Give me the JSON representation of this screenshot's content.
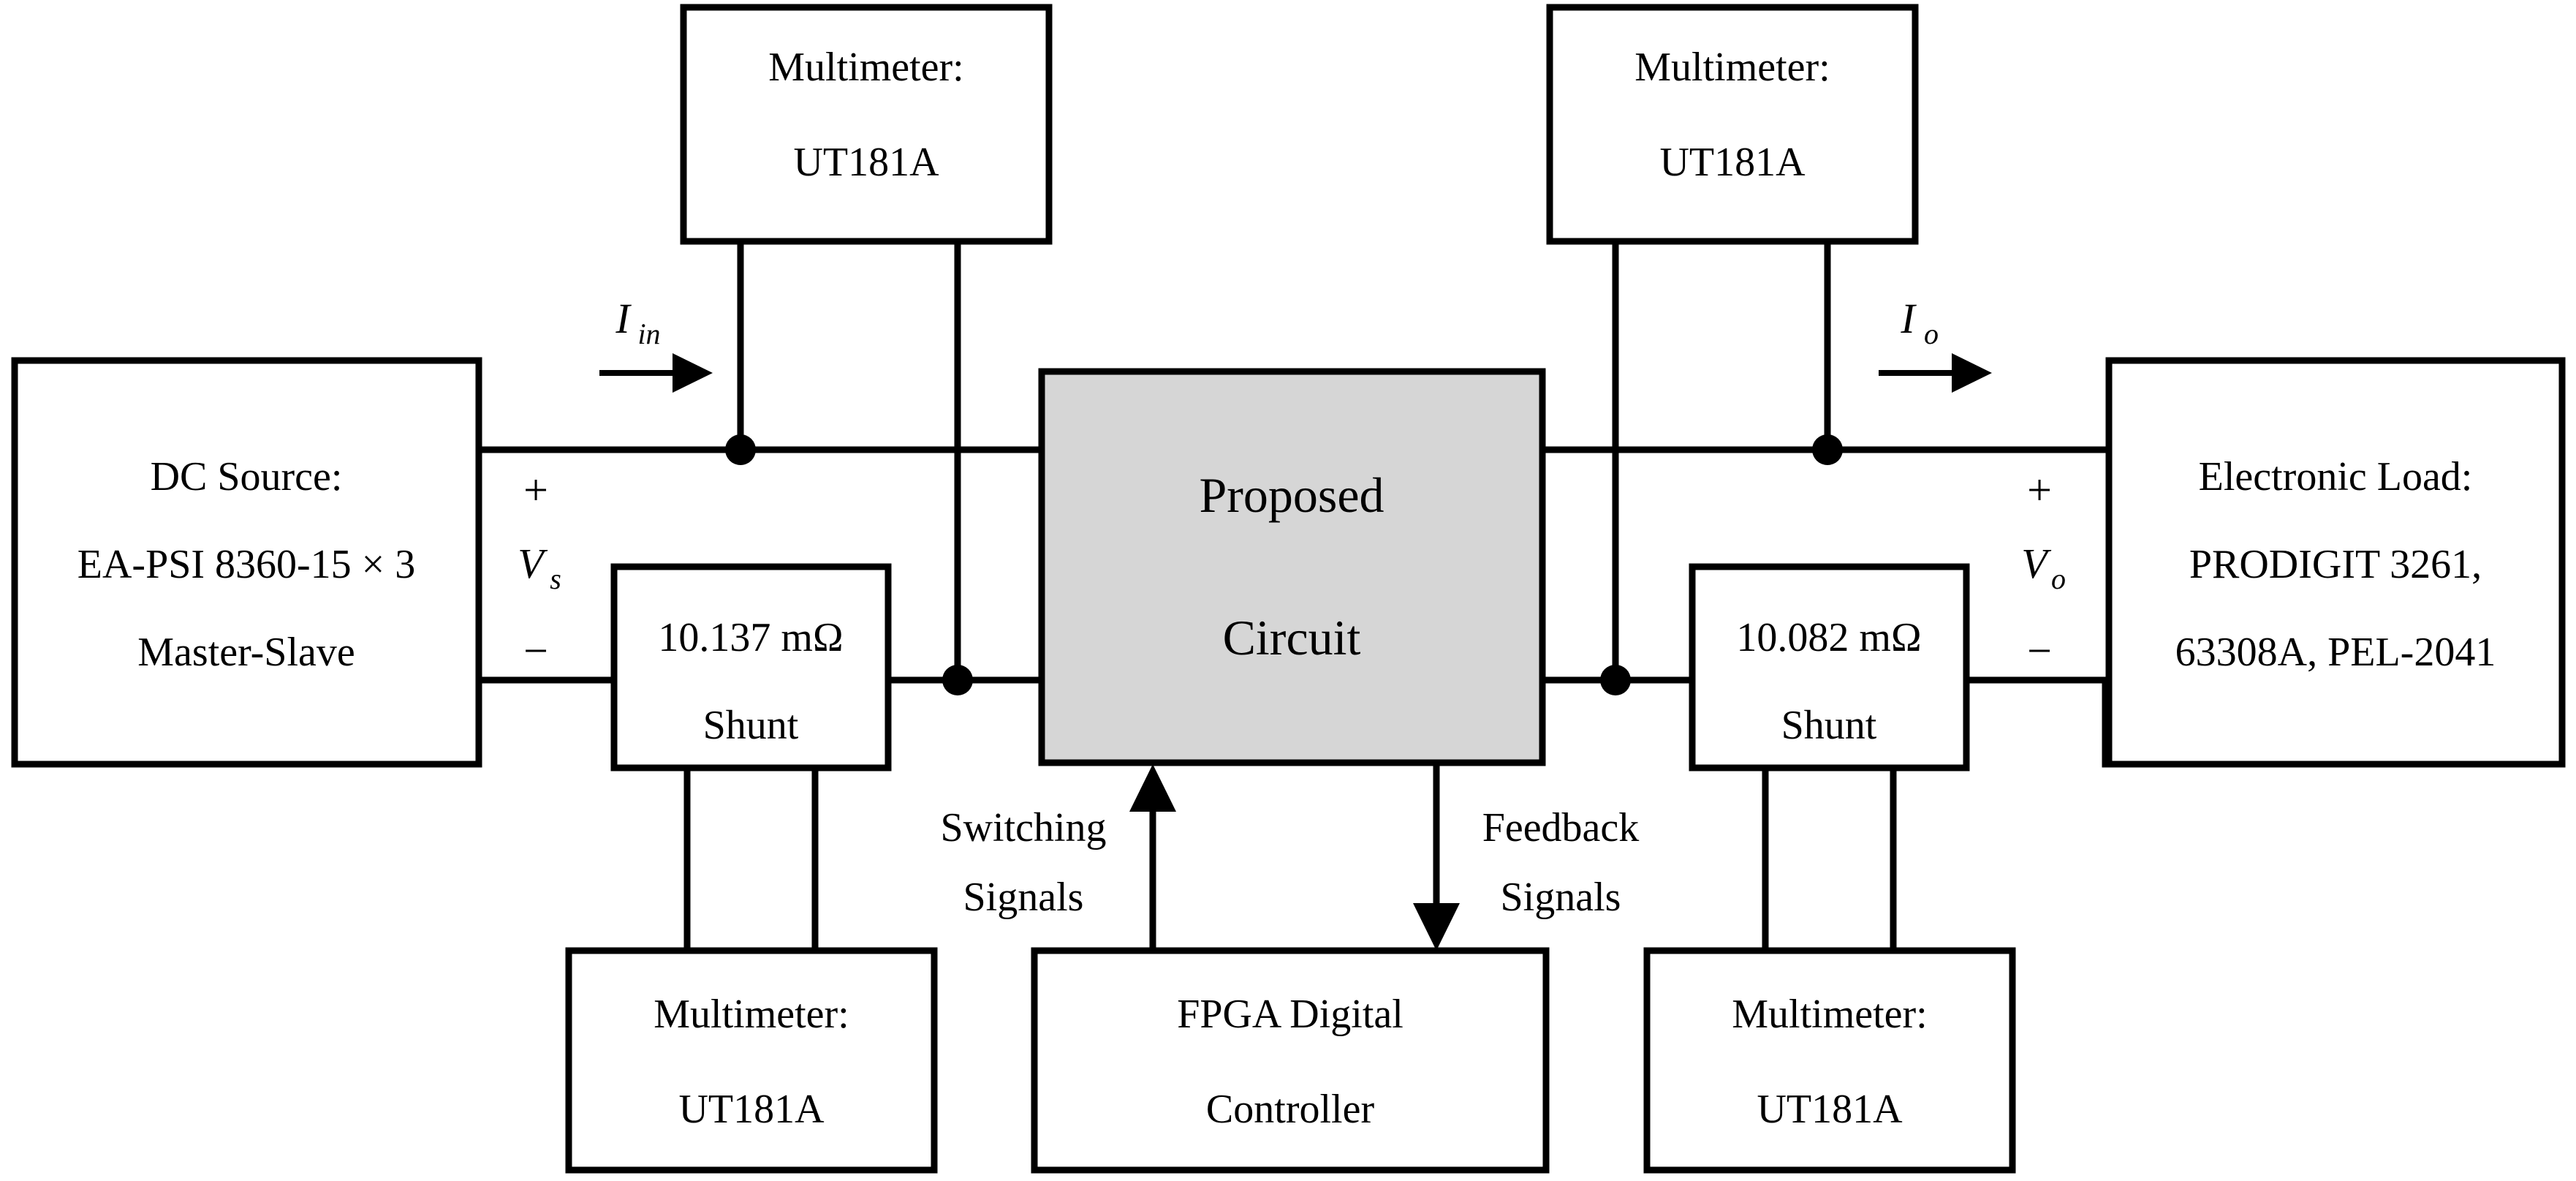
{
  "diagram": {
    "title": "Experimental test setup block diagram",
    "accent_fill": "#d6d6d6",
    "line_color": "#000000",
    "background": "#ffffff"
  },
  "blocks": {
    "dc_source": {
      "line1": "DC Source:",
      "line2": "EA-PSI 8360-15 × 3",
      "line3": "Master-Slave"
    },
    "electronic_load": {
      "line1": "Electronic Load:",
      "line2": "PRODIGIT 3261,",
      "line3": "63308A, PEL-2041"
    },
    "proposed_circuit": {
      "line1": "Proposed",
      "line2": "Circuit"
    },
    "fpga": {
      "line1": "FPGA Digital",
      "line2": "Controller"
    },
    "shunt_input": {
      "value": "10.137 mΩ",
      "label": "Shunt"
    },
    "shunt_output": {
      "value": "10.082 mΩ",
      "label": "Shunt"
    },
    "multimeter_top_left": {
      "line1": "Multimeter:",
      "line2": "UT181A"
    },
    "multimeter_top_right": {
      "line1": "Multimeter:",
      "line2": "UT181A"
    },
    "multimeter_bottom_left": {
      "line1": "Multimeter:",
      "line2": "UT181A"
    },
    "multimeter_bottom_right": {
      "line1": "Multimeter:",
      "line2": "UT181A"
    }
  },
  "labels": {
    "input_current": "I",
    "input_current_sub": "in",
    "output_current": "I",
    "output_current_sub": "o",
    "source_voltage": "V",
    "source_voltage_sub": "s",
    "output_voltage": "V",
    "output_voltage_sub": "o",
    "plus_input": "+",
    "minus_input": "−",
    "plus_output": "+",
    "minus_output": "−",
    "switching_signals_line1": "Switching",
    "switching_signals_line2": "Signals",
    "feedback_signals_line1": "Feedback",
    "feedback_signals_line2": "Signals"
  }
}
